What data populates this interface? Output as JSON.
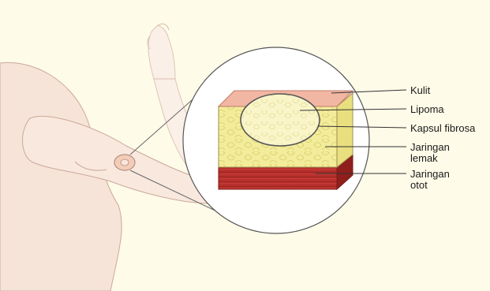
{
  "labels": {
    "kulit": "Kulit",
    "lipoma": "Lipoma",
    "kapsul": "Kapsul fibrosa",
    "lemak_line1": "Jaringan",
    "lemak_line2": "lemak",
    "otot_line1": "Jaringan",
    "otot_line2": "otot"
  },
  "colors": {
    "background": "#fefbe8",
    "skin_body": "#f7e4d8",
    "skin_layer": "#f2b7a3",
    "fat": "#f3ec9b",
    "lipoma": "#f8f3c0",
    "muscle": "#b8302c",
    "outline": "#555555"
  }
}
